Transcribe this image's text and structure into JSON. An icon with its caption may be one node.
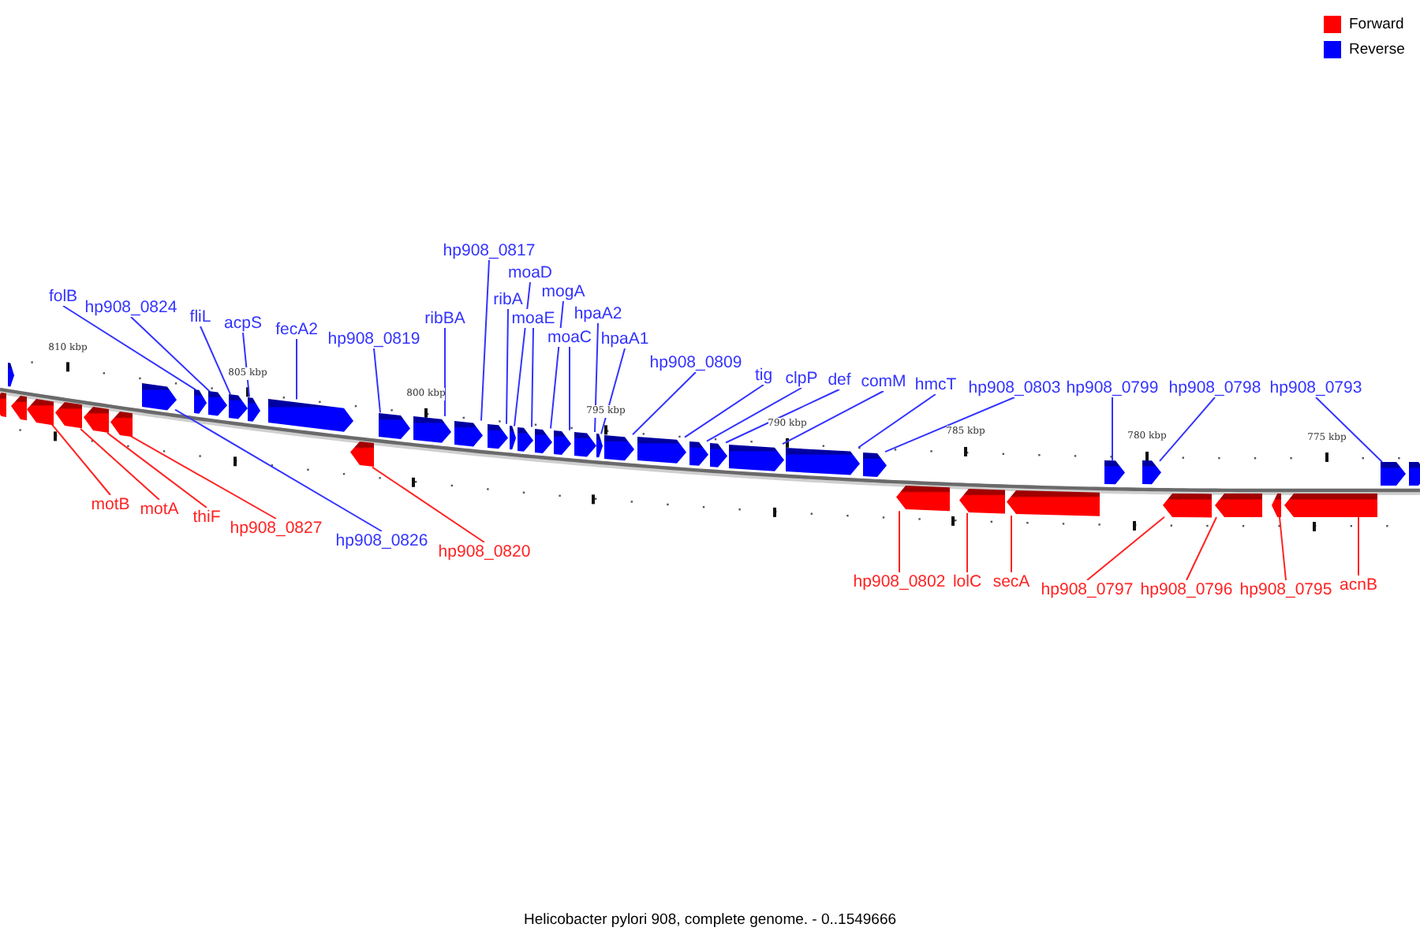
{
  "diagram": {
    "caption": "Helicobacter pylori 908, complete genome. - 0..1549666",
    "nodes": [
      {
        "text": [
          "folB"
        ]
      },
      {
        "text": [
          "hp908_0824"
        ]
      },
      {
        "text": [
          "fliL"
        ]
      },
      {
        "text": [
          "acpS"
        ]
      },
      {
        "text": [
          "fecA2"
        ]
      },
      {
        "text": [
          "hp908_0819"
        ]
      },
      {
        "text": [
          "ribBA"
        ]
      },
      {
        "text": [
          "hp908_0817"
        ]
      },
      {
        "text": [
          "ribA"
        ]
      },
      {
        "text": [
          "moaD"
        ]
      },
      {
        "text": [
          "moaE"
        ]
      },
      {
        "text": [
          "mogA"
        ]
      },
      {
        "text": [
          "moaC"
        ]
      },
      {
        "text": [
          "hpaA2"
        ]
      },
      {
        "text": [
          "hpaA1"
        ]
      },
      {
        "text": [
          "hp908_0809"
        ]
      },
      {
        "text": [
          "tig"
        ]
      },
      {
        "text": [
          "clpP"
        ]
      },
      {
        "text": [
          "def"
        ]
      },
      {
        "text": [
          "comM"
        ]
      },
      {
        "text": [
          "hmcT"
        ]
      },
      {
        "text": [
          "hp908_0803"
        ]
      },
      {
        "text": [
          "hp908_0799"
        ]
      },
      {
        "text": [
          "hp908_0798"
        ]
      },
      {
        "text": [
          "hp908_0793"
        ]
      },
      {
        "text": [],
        "shape": "bar"
      },
      {
        "text": [],
        "shape": "bar"
      },
      {
        "text": [],
        "shape": "bar"
      },
      {
        "text": [],
        "shape": "bar"
      },
      {
        "text": [],
        "shape": "bar"
      },
      {
        "text": [],
        "shape": "bar"
      },
      {
        "text": [],
        "shape": "bar"
      },
      {
        "text": [],
        "shape": "bar"
      },
      {
        "text": [],
        "shape": "bar"
      },
      {
        "text": [],
        "shape": "bar"
      },
      {
        "text": [],
        "shape": "bar"
      },
      {
        "text": [],
        "shape": "bar"
      },
      {
        "text": [],
        "shape": "bar"
      },
      {
        "text": [],
        "shape": "bar"
      },
      {
        "text": [],
        "shape": "bar"
      },
      {
        "text": [],
        "shape": "bar"
      },
      {
        "text": [],
        "shape": "bar"
      },
      {
        "text": [],
        "shape": "bar"
      },
      {
        "text": [],
        "shape": "bar"
      },
      {
        "text": [],
        "shape": "bar"
      },
      {
        "text": [],
        "shape": "bar"
      },
      {
        "text": [],
        "shape": "bar"
      },
      {
        "text": [],
        "shape": "bar"
      },
      {
        "text": [],
        "shape": "bar"
      },
      {
        "text": [],
        "shape": "bar"
      },
      {
        "text": [],
        "shape": "bar"
      },
      {
        "text": [],
        "shape": "bar"
      },
      {
        "text": [],
        "shape": "bar"
      },
      {
        "text": [],
        "shape": "bar"
      },
      {
        "text": [],
        "shape": "bar"
      },
      {
        "text": [],
        "shape": "bar"
      },
      {
        "text": [],
        "shape": "bar"
      },
      {
        "text": [],
        "shape": "bar"
      },
      {
        "text": [],
        "shape": "bar"
      },
      {
        "text": [],
        "shape": "bar"
      },
      {
        "text": [],
        "shape": "bar"
      },
      {
        "text": [],
        "shape": "bar"
      },
      {
        "text": [],
        "shape": "bar"
      },
      {
        "text": [],
        "shape": "bar"
      },
      {
        "text": [],
        "shape": "bar"
      },
      {
        "text": [],
        "shape": "bar"
      },
      {
        "text": [],
        "shape": "bar"
      },
      {
        "text": [
          "motB"
        ]
      },
      {
        "text": [
          "motA"
        ]
      },
      {
        "text": [
          "thiF"
        ]
      },
      {
        "text": [
          "hp908_0827"
        ]
      },
      {
        "text": [
          "hp908_0826"
        ]
      },
      {
        "text": [
          "hp908_0820"
        ]
      },
      {
        "text": [
          "hp908_0802"
        ]
      },
      {
        "text": [
          "lolC"
        ]
      },
      {
        "text": [
          "secA"
        ]
      },
      {
        "text": [
          "hp908_0797"
        ]
      },
      {
        "text": [
          "hp908_0796"
        ]
      },
      {
        "text": [
          "hp908_0795"
        ]
      },
      {
        "text": [
          "acnB"
        ]
      }
    ],
    "edges": [
      {
        "from": 0,
        "to": 33,
        "arrow": "none"
      },
      {
        "from": 1,
        "to": 34,
        "arrow": "none"
      },
      {
        "from": 2,
        "to": 35,
        "arrow": "none"
      },
      {
        "from": 3,
        "to": 36,
        "arrow": "none"
      },
      {
        "from": 4,
        "to": 37,
        "arrow": "none"
      },
      {
        "from": 5,
        "to": 39,
        "arrow": "none"
      },
      {
        "from": 6,
        "to": 40,
        "arrow": "none"
      },
      {
        "from": 7,
        "to": 41,
        "arrow": "none"
      },
      {
        "from": 8,
        "to": 42,
        "arrow": "none"
      },
      {
        "from": 9,
        "to": 43,
        "arrow": "none"
      },
      {
        "from": 10,
        "to": 44,
        "arrow": "none"
      },
      {
        "from": 11,
        "to": 45,
        "arrow": "none"
      },
      {
        "from": 12,
        "to": 46,
        "arrow": "none"
      },
      {
        "from": 13,
        "to": 47,
        "arrow": "none"
      },
      {
        "from": 14,
        "to": 48,
        "arrow": "none"
      },
      {
        "from": 15,
        "to": 49,
        "arrow": "none"
      },
      {
        "from": 16,
        "to": 50,
        "arrow": "none"
      },
      {
        "from": 17,
        "to": 51,
        "arrow": "none"
      },
      {
        "from": 18,
        "to": 52,
        "arrow": "none"
      },
      {
        "from": 19,
        "to": 53,
        "arrow": "none"
      },
      {
        "from": 20,
        "to": 54,
        "arrow": "none"
      },
      {
        "from": 21,
        "to": 55,
        "arrow": "none"
      },
      {
        "from": 22,
        "to": 59,
        "arrow": "none"
      },
      {
        "from": 23,
        "to": 60,
        "arrow": "none"
      },
      {
        "from": 24,
        "to": 65,
        "arrow": "none"
      },
      {
        "from": 67,
        "to": 28,
        "arrow": "none",
        "color": "#ff2222"
      },
      {
        "from": 68,
        "to": 29,
        "arrow": "none",
        "color": "#ff2222"
      },
      {
        "from": 69,
        "to": 30,
        "arrow": "none",
        "color": "#ff2222"
      },
      {
        "from": 70,
        "to": 31,
        "arrow": "none",
        "color": "#ff2222"
      },
      {
        "from": 71,
        "to": 32,
        "arrow": "none"
      },
      {
        "from": 72,
        "to": 38,
        "arrow": "none",
        "color": "#ff2222"
      },
      {
        "from": 73,
        "to": 56,
        "arrow": "none",
        "color": "#ff2222"
      },
      {
        "from": 74,
        "to": 57,
        "arrow": "none",
        "color": "#ff2222"
      },
      {
        "from": 75,
        "to": 58,
        "arrow": "none",
        "color": "#ff2222"
      },
      {
        "from": 76,
        "to": 61,
        "arrow": "none",
        "color": "#ff2222"
      },
      {
        "from": 77,
        "to": 62,
        "arrow": "none",
        "color": "#ff2222"
      },
      {
        "from": 78,
        "to": 63,
        "arrow": "none",
        "color": "#ff2222"
      },
      {
        "from": 79,
        "to": 64,
        "arrow": "none",
        "color": "#ff2222"
      }
    ],
    "labels": [
      "810 kbp",
      "805 kbp",
      "800 kbp",
      "795 kbp",
      "790 kbp",
      "785 kbp",
      "780 kbp",
      "775 kbp"
    ],
    "legend": [
      {
        "text": "Forward",
        "color": "#ff0000"
      },
      {
        "text": "Reverse",
        "color": "#0000ff"
      }
    ]
  }
}
